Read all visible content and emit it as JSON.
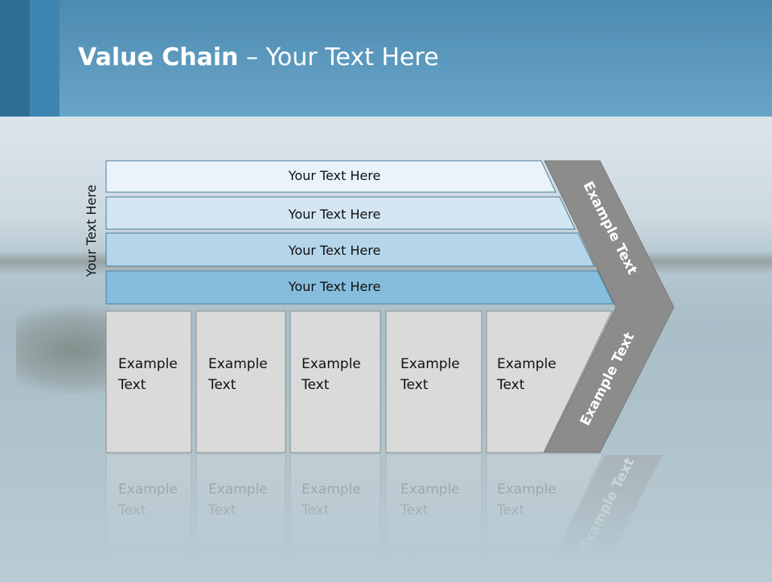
{
  "slide": {
    "title_bold": "Value Chain",
    "title_rest": " – Your Text Here",
    "vertical_label": "Your Text Here"
  },
  "bars": [
    {
      "label": "Your Text Here",
      "color": "#eaf3fa"
    },
    {
      "label": "Your Text Here",
      "color": "#d3e6f2"
    },
    {
      "label": "Your Text Here",
      "color": "#b5d6ea"
    },
    {
      "label": "Your Text Here",
      "color": "#86bcdc"
    }
  ],
  "boxes": [
    {
      "line1": "Example",
      "line2": "Text"
    },
    {
      "line1": "Example",
      "line2": "Text"
    },
    {
      "line1": "Example",
      "line2": "Text"
    },
    {
      "line1": "Example",
      "line2": "Text"
    },
    {
      "line1": "Example",
      "line2": "Text"
    }
  ],
  "chevron": {
    "upper_label": "Example Text",
    "lower_label": "Example Text",
    "color": "#8c8c8c"
  },
  "colors": {
    "header": "#5f9cc2",
    "box_fill": "#dadada",
    "border": "#4e7d99"
  }
}
